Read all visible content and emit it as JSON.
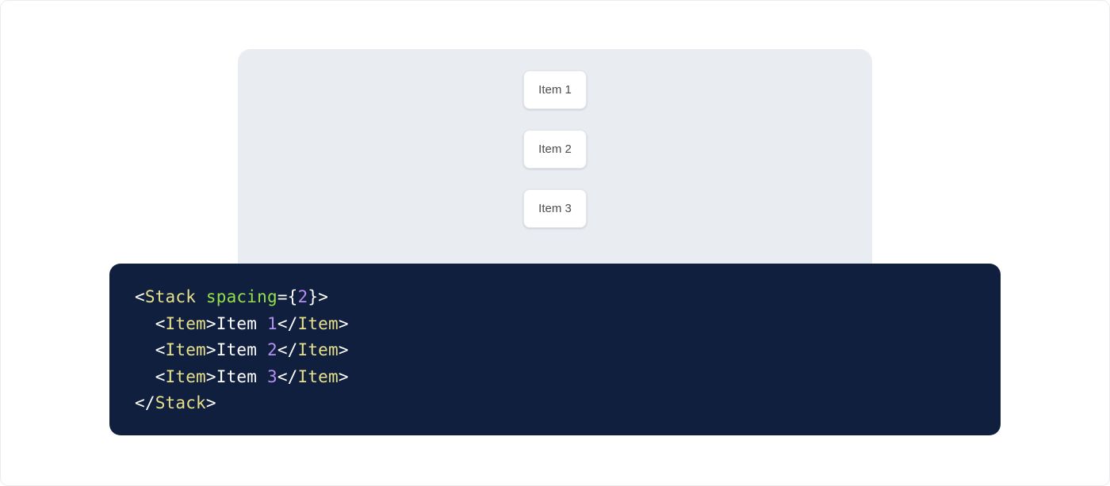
{
  "preview": {
    "panel_background": "#e9ecf1",
    "items": [
      {
        "label": "Item 1"
      },
      {
        "label": "Item 2"
      },
      {
        "label": "Item 3"
      }
    ]
  },
  "code": {
    "background": "#101f3e",
    "language": "jsx",
    "colors": {
      "punctuation": "#ffffff",
      "tag": "#e7e08b",
      "attribute": "#92e04a",
      "number": "#b48ef0",
      "text": "#ffffff"
    },
    "lines": [
      {
        "indent": "",
        "tokens": [
          {
            "t": "punct",
            "v": "<"
          },
          {
            "t": "tag",
            "v": "Stack"
          },
          {
            "t": "text",
            "v": " "
          },
          {
            "t": "attr",
            "v": "spacing"
          },
          {
            "t": "punct",
            "v": "="
          },
          {
            "t": "brace",
            "v": "{"
          },
          {
            "t": "num",
            "v": "2"
          },
          {
            "t": "brace",
            "v": "}"
          },
          {
            "t": "punct",
            "v": ">"
          }
        ]
      },
      {
        "indent": "  ",
        "tokens": [
          {
            "t": "punct",
            "v": "<"
          },
          {
            "t": "tag",
            "v": "Item"
          },
          {
            "t": "punct",
            "v": ">"
          },
          {
            "t": "text",
            "v": "Item "
          },
          {
            "t": "num",
            "v": "1"
          },
          {
            "t": "punct",
            "v": "</"
          },
          {
            "t": "tag",
            "v": "Item"
          },
          {
            "t": "punct",
            "v": ">"
          }
        ]
      },
      {
        "indent": "  ",
        "tokens": [
          {
            "t": "punct",
            "v": "<"
          },
          {
            "t": "tag",
            "v": "Item"
          },
          {
            "t": "punct",
            "v": ">"
          },
          {
            "t": "text",
            "v": "Item "
          },
          {
            "t": "num",
            "v": "2"
          },
          {
            "t": "punct",
            "v": "</"
          },
          {
            "t": "tag",
            "v": "Item"
          },
          {
            "t": "punct",
            "v": ">"
          }
        ]
      },
      {
        "indent": "  ",
        "tokens": [
          {
            "t": "punct",
            "v": "<"
          },
          {
            "t": "tag",
            "v": "Item"
          },
          {
            "t": "punct",
            "v": ">"
          },
          {
            "t": "text",
            "v": "Item "
          },
          {
            "t": "num",
            "v": "3"
          },
          {
            "t": "punct",
            "v": "</"
          },
          {
            "t": "tag",
            "v": "Item"
          },
          {
            "t": "punct",
            "v": ">"
          }
        ]
      },
      {
        "indent": "",
        "tokens": [
          {
            "t": "punct",
            "v": "</"
          },
          {
            "t": "tag",
            "v": "Stack"
          },
          {
            "t": "punct",
            "v": ">"
          }
        ]
      }
    ]
  }
}
